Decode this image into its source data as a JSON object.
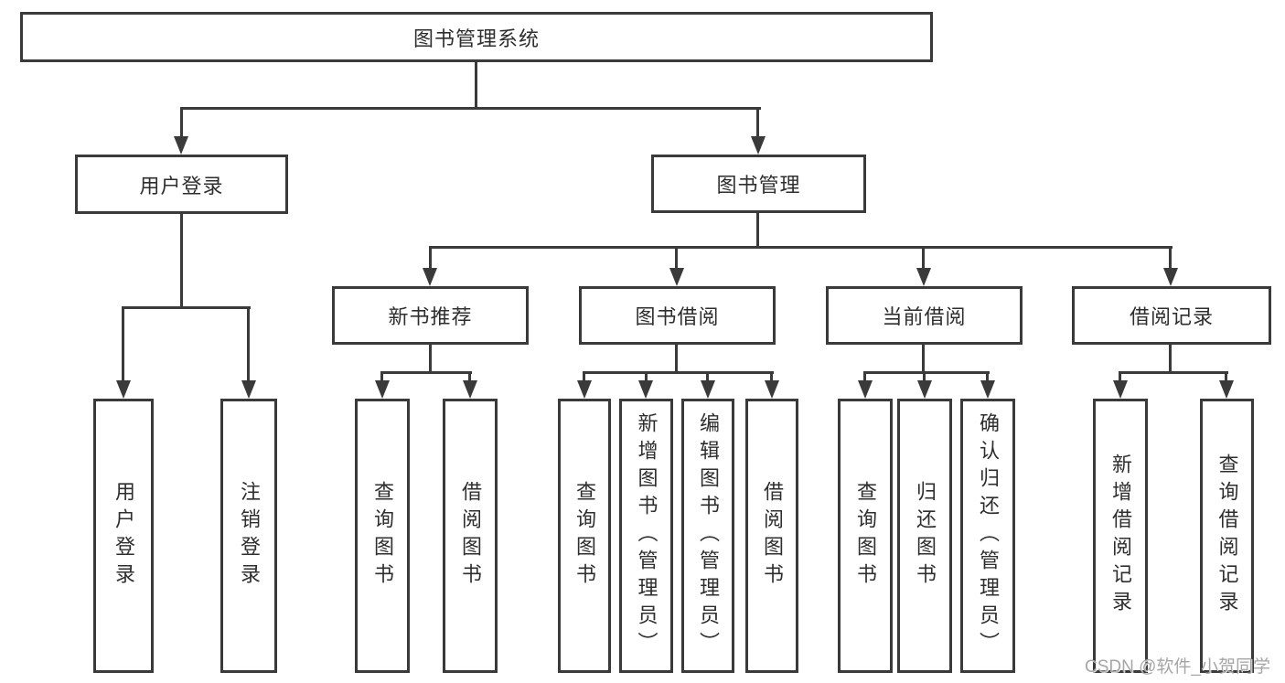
{
  "tree": {
    "root": "图书管理系统",
    "children": [
      {
        "label": "用户登录",
        "children": [
          "用户登录",
          "注销登录"
        ]
      },
      {
        "label": "图书管理",
        "children": [
          {
            "label": "新书推荐",
            "children": [
              "查询图书",
              "借阅图书"
            ]
          },
          {
            "label": "图书借阅",
            "children": [
              "查询图书",
              "新增图书（管理员）",
              "编辑图书（管理员）",
              "借阅图书"
            ]
          },
          {
            "label": "当前借阅",
            "children": [
              "查询图书",
              "归还图书",
              "确认归还（管理员）"
            ]
          },
          {
            "label": "借阅记录",
            "children": [
              "新增借阅记录",
              "查询借阅记录"
            ]
          }
        ]
      }
    ]
  },
  "watermark": "CSDN @软件_小贺同学",
  "colors": {
    "line": "#3a3a3a",
    "text": "#2e2e2e",
    "box_background": "#ffffff",
    "background": "#ffffff",
    "watermark": "#a6a6a6"
  }
}
